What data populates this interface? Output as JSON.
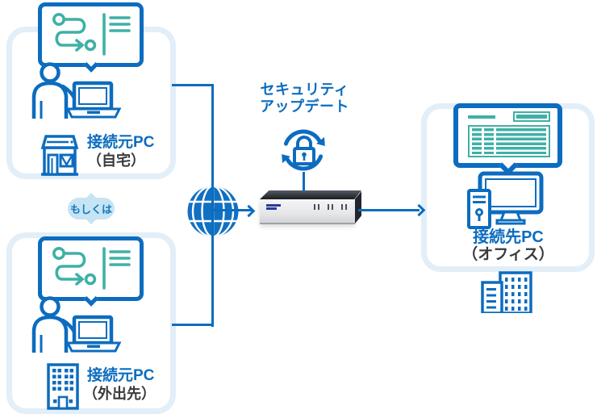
{
  "nodes": {
    "source_home": {
      "label": "接続元PC",
      "sublabel": "（自宅）"
    },
    "source_mobile": {
      "label": "接続元PC",
      "sublabel": "（外出先）"
    },
    "destination": {
      "label": "接続先PC",
      "sublabel": "（オフィス）"
    }
  },
  "or_badge": {
    "label": "もしくは"
  },
  "security_update": {
    "line1": "セキュリティ",
    "line2": "アップデート"
  },
  "colors": {
    "primary_blue": "#0c6cbf",
    "teal": "#3fb0a6",
    "card_border": "#e2eef8",
    "badge_bg": "#c6e4f2",
    "badge_text": "#1578c2",
    "text_dark": "#3a3a3a",
    "globe_fill": "#1170c2",
    "device_dark": "#1a1d22"
  },
  "icons": [
    "route-screen-icon",
    "person-icon",
    "laptop-icon",
    "store-icon",
    "office-building-small-icon",
    "globe-icon",
    "sync-lock-icon",
    "vpn-appliance-device",
    "table-screen-icon",
    "desktop-pc-icon",
    "lock-keyhole-icon",
    "office-buildings-icon"
  ]
}
